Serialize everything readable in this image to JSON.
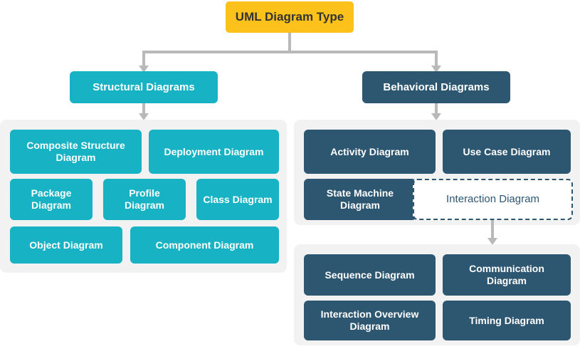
{
  "diagram": {
    "title": "UML Diagram Type",
    "root": {
      "label": "UML Diagram Type",
      "color": "#fcc21b",
      "text_color": "#333333"
    },
    "branches": [
      {
        "label": "Structural Diagrams",
        "color": "#17b2c3",
        "children": [
          "Composite Structure Diagram",
          "Deployment Diagram",
          "Package Diagram",
          "Profile Diagram",
          "Class Diagram",
          "Object Diagram",
          "Component Diagram"
        ]
      },
      {
        "label": "Behavioral Diagrams",
        "color": "#2d5670",
        "children": [
          "Activity Diagram",
          "Use Case Diagram",
          "State Machine Diagram",
          "Interaction Diagram"
        ],
        "sub_group": {
          "parent": "Interaction Diagram",
          "children": [
            "Sequence Diagram",
            "Communication Diagram",
            "Interaction Overview Diagram",
            "Timing Diagram"
          ]
        }
      }
    ],
    "colors": {
      "accent_yellow": "#fcc21b",
      "accent_teal": "#17b2c3",
      "accent_navy": "#2d5670",
      "panel_background": "#f2f2f2",
      "connector": "#b9b9b9"
    },
    "structural_boxes": {
      "b0": "Composite Structure Diagram",
      "b1": "Deployment Diagram",
      "b2": "Package Diagram",
      "b3": "Profile Diagram",
      "b4": "Class Diagram",
      "b5": "Object Diagram",
      "b6": "Component Diagram"
    },
    "behavioral_boxes": {
      "b0": "Activity Diagram",
      "b1": "Use Case Diagram",
      "b2": "State Machine Diagram",
      "b3": "Interaction Diagram"
    },
    "interaction_boxes": {
      "b0": "Sequence Diagram",
      "b1": "Communication Diagram",
      "b2": "Interaction Overview Diagram",
      "b3": "Timing Diagram"
    }
  }
}
